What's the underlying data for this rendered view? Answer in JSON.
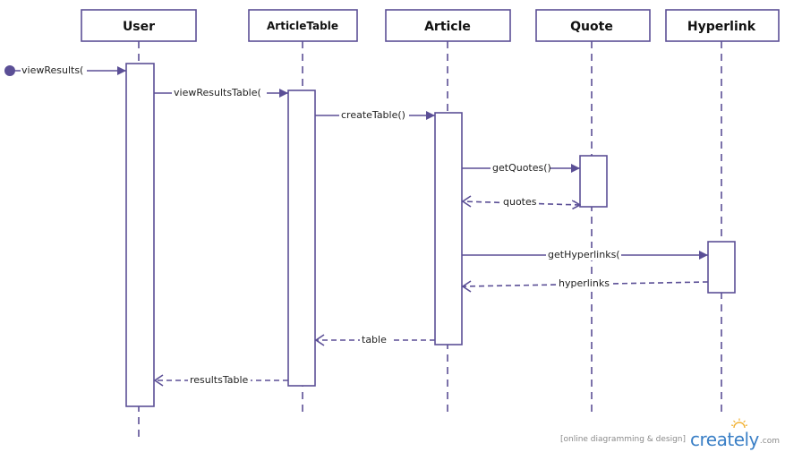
{
  "diagram": {
    "stroke_color": "#5b4f96",
    "actors": [
      {
        "id": "user",
        "label": "User"
      },
      {
        "id": "articletable",
        "label": "ArticleTable"
      },
      {
        "id": "article",
        "label": "Article"
      },
      {
        "id": "quote",
        "label": "Quote"
      },
      {
        "id": "hyperlink",
        "label": "Hyperlink"
      }
    ],
    "messages": [
      {
        "label": "viewResults(",
        "from": "start",
        "to": "user",
        "kind": "call"
      },
      {
        "label": "viewResultsTable(",
        "from": "user",
        "to": "articletable",
        "kind": "call"
      },
      {
        "label": "createTable()",
        "from": "articletable",
        "to": "article",
        "kind": "call"
      },
      {
        "label": "getQuotes()",
        "from": "article",
        "to": "quote",
        "kind": "call"
      },
      {
        "label": "quotes",
        "from": "quote",
        "to": "article",
        "kind": "return"
      },
      {
        "label": "getHyperlinks(",
        "from": "article",
        "to": "hyperlink",
        "kind": "call"
      },
      {
        "label": "hyperlinks",
        "from": "hyperlink",
        "to": "article",
        "kind": "return"
      },
      {
        "label": "table",
        "from": "article",
        "to": "articletable",
        "kind": "return"
      },
      {
        "label": "resultsTable",
        "from": "articletable",
        "to": "user",
        "kind": "return"
      }
    ]
  },
  "watermark": {
    "tagline": "[online diagramming & design]",
    "brand": "creately",
    "suffix": ".com",
    "brand_color": "#3a7fc6",
    "sun_color": "#f2b233"
  }
}
